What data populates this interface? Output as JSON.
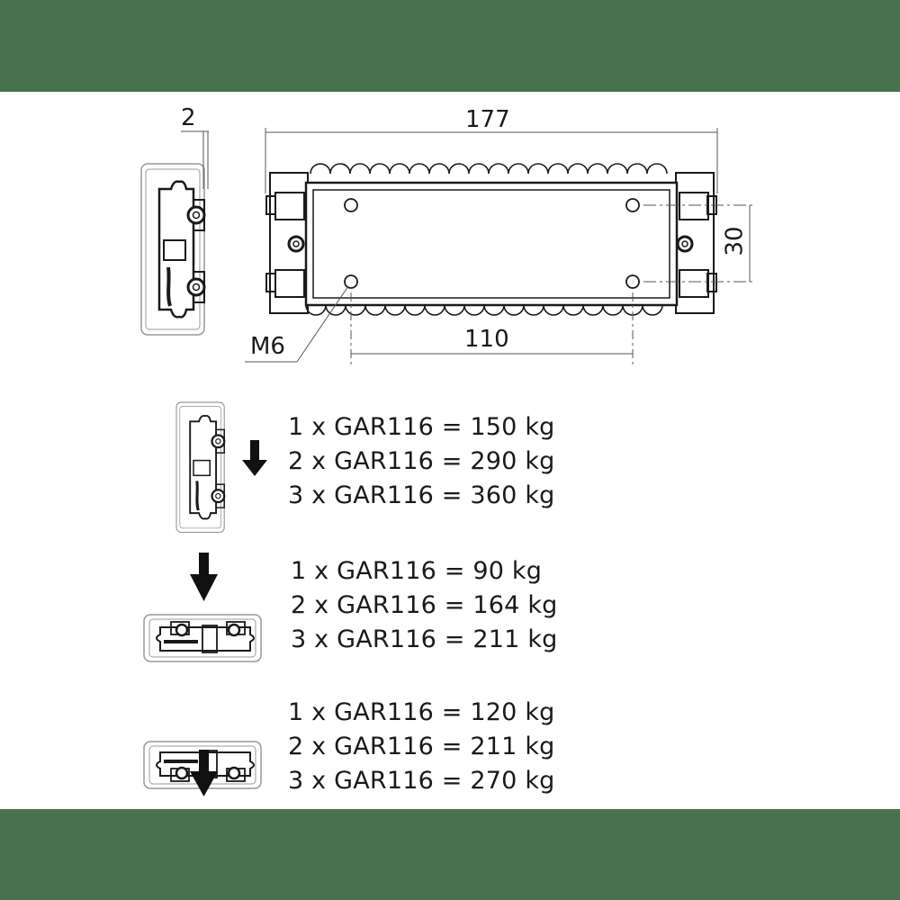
{
  "colors": {
    "band": "#48724e",
    "line": "#1a1a1a",
    "thin": "#555555",
    "outline": "#888888"
  },
  "dimensions": {
    "thickness": "2",
    "length": "177",
    "hole_spacing": "110",
    "height": "30",
    "thread": "M6"
  },
  "load_tables": [
    {
      "orientation": "vertical-side-mount",
      "lines": [
        "1 x GAR116 = 150 kg",
        "2 x GAR116 = 290 kg",
        "3 x GAR116 = 360 kg"
      ]
    },
    {
      "orientation": "horizontal-load-on-top",
      "lines": [
        "1 x GAR116 = 90 kg",
        "2 x GAR116 = 164 kg",
        "3 x GAR116 = 211 kg"
      ]
    },
    {
      "orientation": "horizontal-hanging",
      "lines": [
        "1 x GAR116 = 120 kg",
        "2 x GAR116 = 211 kg",
        "3 x GAR116 = 270 kg"
      ]
    }
  ]
}
